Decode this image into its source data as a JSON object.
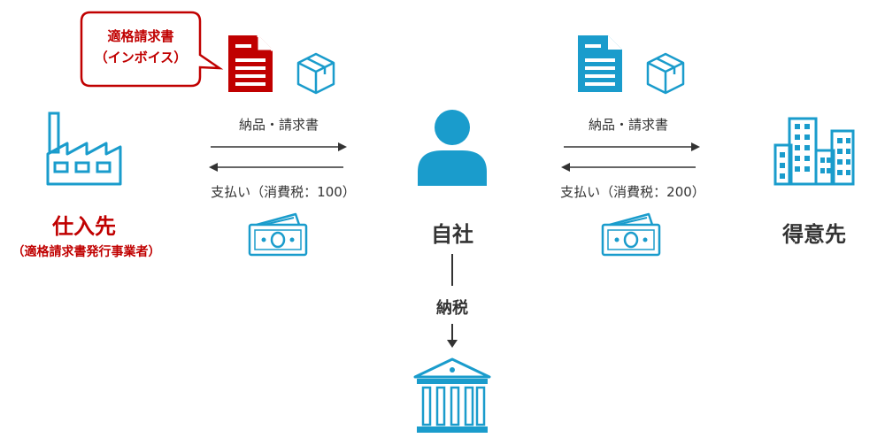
{
  "colors": {
    "red": "#c00000",
    "blue": "#1a9ccc",
    "dark": "#333333"
  },
  "speech_bubble": {
    "line1": "適格請求書",
    "line2": "（インボイス）"
  },
  "supplier": {
    "name": "仕入先",
    "sub": "（適格請求書発行事業者）"
  },
  "self": {
    "name": "自社"
  },
  "customer": {
    "name": "得意先"
  },
  "left_flow": {
    "top_label": "納品・請求書",
    "bottom_label": "支払い（消費税：100）"
  },
  "right_flow": {
    "top_label": "納品・請求書",
    "bottom_label": "支払い（消費税：200）"
  },
  "tax": {
    "label": "納税"
  },
  "icons": {
    "supplier": "factory-icon",
    "left_invoice": "document-icon",
    "left_package": "package-icon",
    "left_money": "money-icon",
    "self": "person-icon",
    "right_invoice": "document-icon",
    "right_package": "package-icon",
    "right_money": "money-icon",
    "customer": "buildings-icon",
    "tax_office": "government-building-icon"
  }
}
